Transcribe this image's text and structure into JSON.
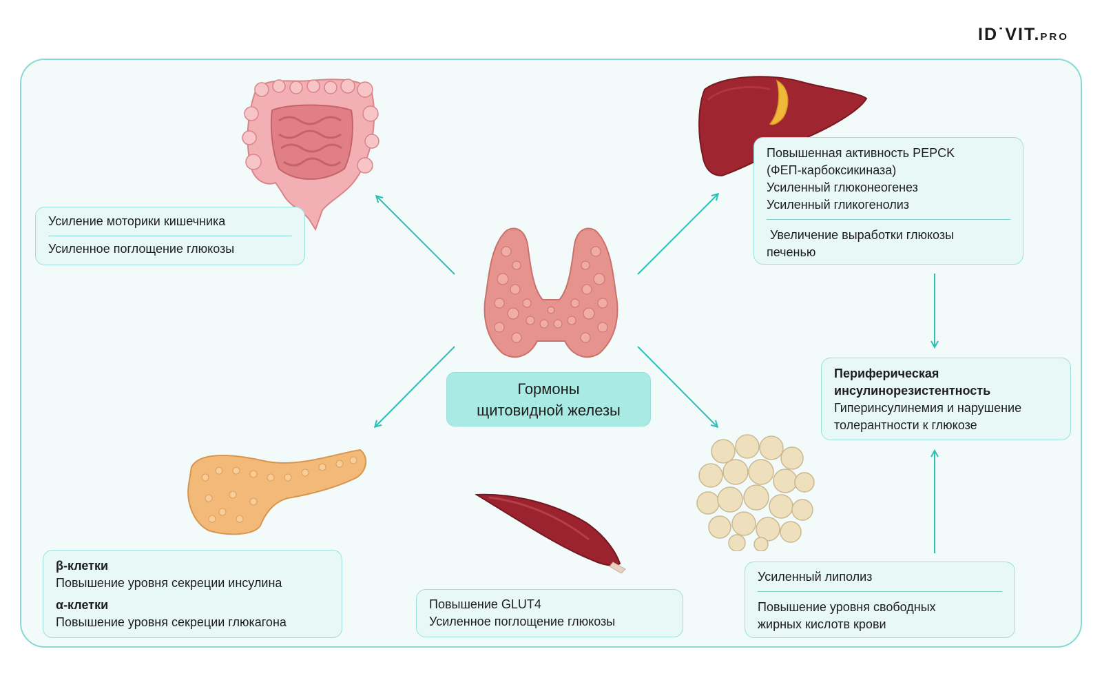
{
  "logo": {
    "main": "ID˙VIT.",
    "suffix": "PRO"
  },
  "center": {
    "line1": "Гормоны",
    "line2": "щитовидной железы"
  },
  "intestine_box": {
    "item1": "Усиление моторики кишечника",
    "item2": "Усиленное поглощение глюкозы"
  },
  "liver_box": {
    "line1": "Повышенная активность PEPCK",
    "line2": "(ФЕП-карбоксикиназа)",
    "line3": "Усиленный глюконеогенез",
    "line4": "Усиленный гликогенолиз",
    "line5": " Увеличение выработки глюкозы",
    "line6": "печенью"
  },
  "insulin_box": {
    "title1": "Периферическая",
    "title2": "инсулинорезистентность",
    "line1": "Гиперинсулинемия и нарушение",
    "line2": "толерантности к глюкозе"
  },
  "pancreas_box": {
    "beta_title": "β-клетки",
    "beta_text": "Повышение уровня секреции инсулина",
    "alpha_title": "α-клетки",
    "alpha_text": "Повышение уровня секреции глюкагона"
  },
  "muscle_box": {
    "line1": "Повышение GLUT4",
    "line2": "Усиленное поглощение глюкозы"
  },
  "fat_box": {
    "item1": "Усиленный липолиз",
    "item2_line1": "Повышение уровня свободных",
    "item2_line2": "жирных кислотв крови"
  },
  "colors": {
    "accent": "#2bbfb3",
    "frame_border": "#8ad8d2",
    "box_fill": "#e7f8f6",
    "center_fill": "#a9ebe4"
  }
}
